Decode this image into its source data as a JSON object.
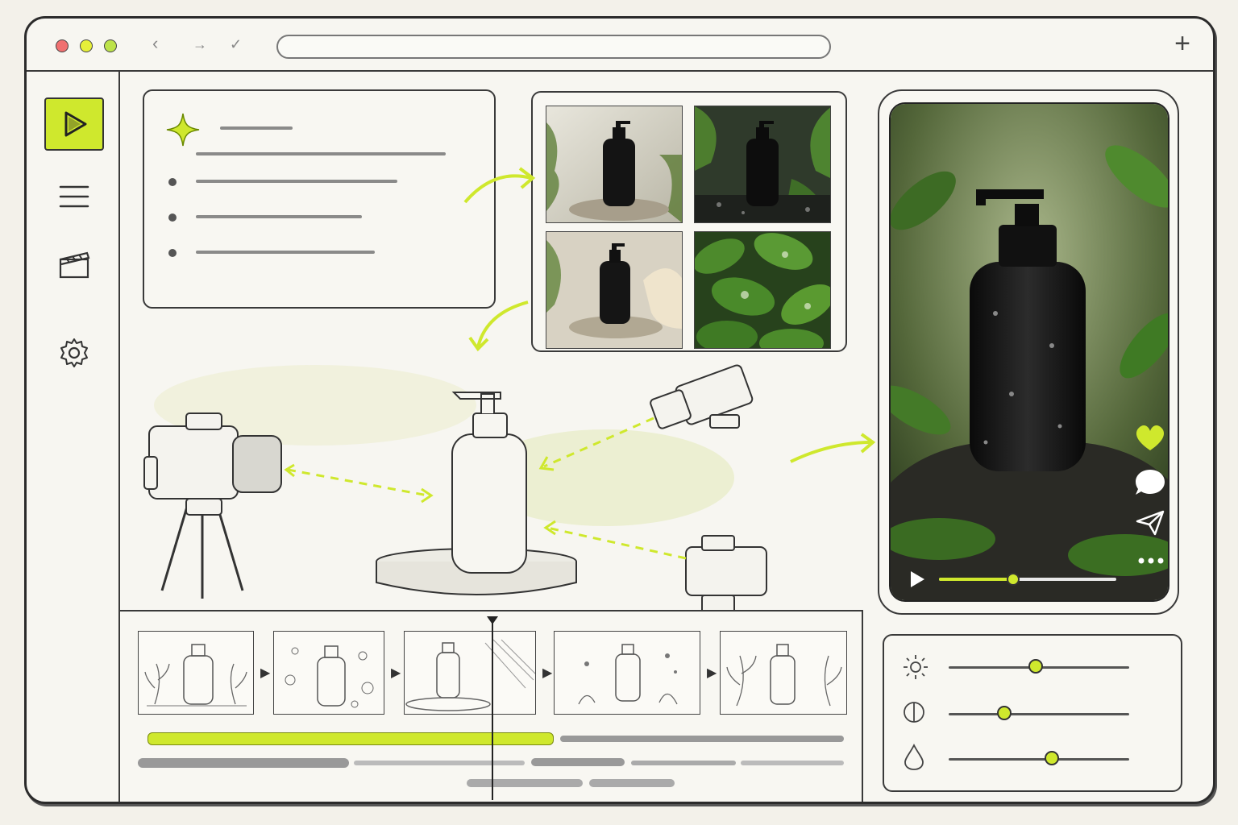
{
  "window": {
    "title": ""
  },
  "colors": {
    "accent": "#cfe82d",
    "ink": "#2b2b2b",
    "paper": "#f7f6f1"
  },
  "sidebar": {
    "items": [
      {
        "icon": "play-icon",
        "active": true
      },
      {
        "icon": "menu-icon",
        "active": false
      },
      {
        "icon": "clapperboard-icon",
        "active": false
      },
      {
        "icon": "gear-icon",
        "active": false
      }
    ]
  },
  "prompt_panel": {
    "icon": "sparkle-icon",
    "bullet_count": 3
  },
  "gallery": {
    "thumbnails": [
      {
        "icon": "bottle-on-stone-photo"
      },
      {
        "icon": "bottle-wet-leaves-photo"
      },
      {
        "icon": "bottle-with-towel-photo"
      },
      {
        "icon": "wet-leaves-photo"
      }
    ]
  },
  "preview": {
    "actions": [
      {
        "icon": "heart-icon"
      },
      {
        "icon": "comment-icon"
      },
      {
        "icon": "share-icon"
      },
      {
        "icon": "more-icon"
      }
    ],
    "progress": 0.42
  },
  "timeline": {
    "frames": [
      {
        "icon": "bottle-leaves-sketch"
      },
      {
        "icon": "bottle-bubbles-sketch"
      },
      {
        "icon": "bottle-pedestal-sketch"
      },
      {
        "icon": "bottle-splash-sketch"
      },
      {
        "icon": "bottle-leaves-sketch"
      }
    ],
    "playhead": 0.5
  },
  "adjustments": [
    {
      "icon": "brightness-icon",
      "value": 0.48
    },
    {
      "icon": "contrast-icon",
      "value": 0.31
    },
    {
      "icon": "saturation-drop-icon",
      "value": 0.57
    }
  ]
}
